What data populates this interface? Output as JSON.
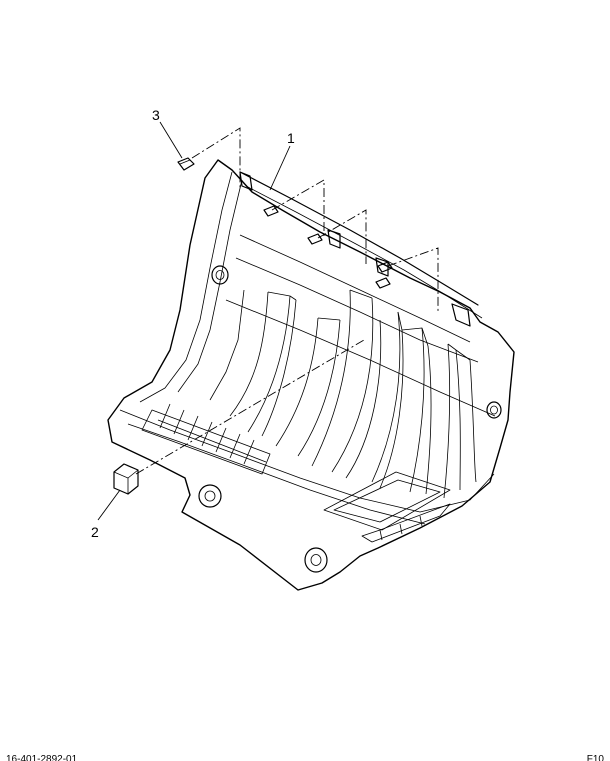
{
  "diagram": {
    "callouts": [
      {
        "id": "callout-1",
        "label": "1"
      },
      {
        "id": "callout-2",
        "label": "2"
      },
      {
        "id": "callout-3",
        "label": "3"
      }
    ],
    "footer_left": "16-401-2892-01",
    "footer_right": "F10"
  }
}
